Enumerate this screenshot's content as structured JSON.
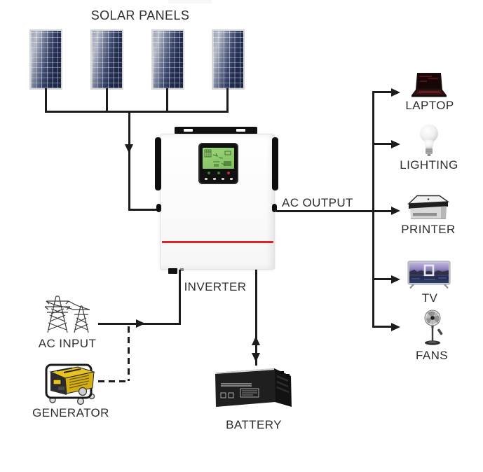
{
  "diagram": {
    "title": "SOLAR PANELS",
    "inverter_label": "INVERTER",
    "ac_output_label": "AC OUTPUT",
    "ac_input_label": "AC INPUT",
    "generator_label": "GENERATOR",
    "battery_label": "BATTERY",
    "solar_panel_count": 4,
    "devices": [
      {
        "label": "LAPTOP",
        "icon": "laptop-icon"
      },
      {
        "label": "LIGHTING",
        "icon": "lightbulb-icon"
      },
      {
        "label": "PRINTER",
        "icon": "printer-icon"
      },
      {
        "label": "TV",
        "icon": "tv-icon"
      },
      {
        "label": "FANS",
        "icon": "fan-icon"
      }
    ]
  },
  "colors": {
    "wire": "#1c1c1c",
    "inverter_red_stripe": "#d8262c",
    "lcd_green": "#8cc86a",
    "panel_navy": "#1e2747",
    "generator_yellow": "#e9c31f",
    "led_red": "#cc2a2a",
    "led_green": "#3a7d2c"
  }
}
